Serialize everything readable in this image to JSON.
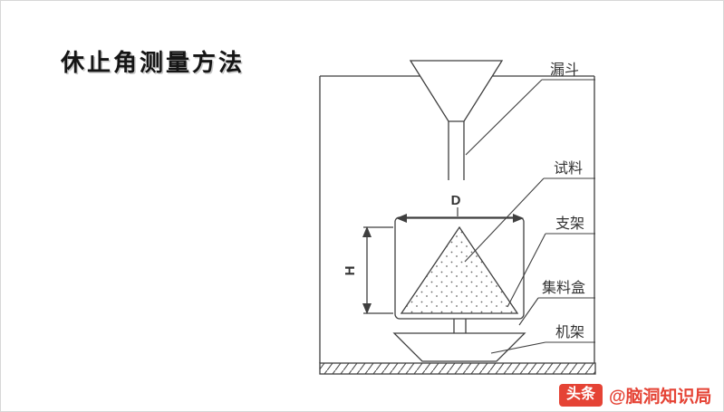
{
  "page": {
    "title": "休止角测量方法"
  },
  "diagram": {
    "dimensions": {
      "width_label": "D",
      "height_label": "H"
    },
    "labels": {
      "funnel": "漏斗",
      "sample": "试料",
      "support": "支架",
      "collection_box": "集料盒",
      "machine_frame": "机架"
    }
  },
  "watermark": {
    "badge": "头条",
    "handle": "@脑洞知识局"
  },
  "colors": {
    "line": "#3f3f3f",
    "accent_red": "#e54335",
    "background": "#ffffff"
  }
}
